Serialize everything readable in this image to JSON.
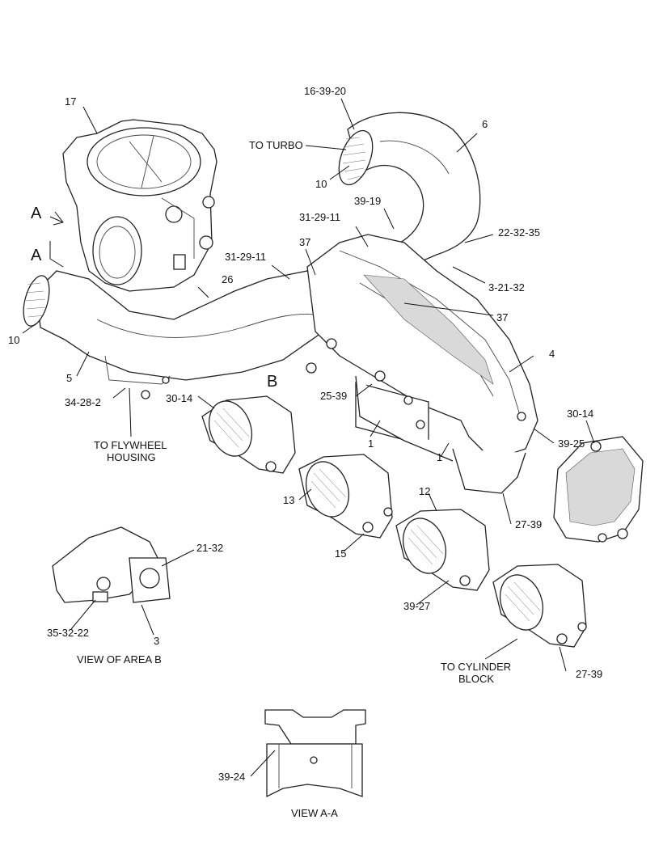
{
  "callouts": {
    "c17": "17",
    "c16_39_20": "16-39-20",
    "c6": "6",
    "to_turbo": "TO TURBO",
    "c10_top": "10",
    "c39_19": "39-19",
    "c31_29_11_a": "31-29-11",
    "c22_32_35": "22-32-35",
    "c37_a": "37",
    "c31_29_11_b": "31-29-11",
    "c26": "26",
    "c3_21_32": "3-21-32",
    "c37_b": "37",
    "c10_left": "10",
    "c4": "4",
    "c5": "5",
    "c34_28_2": "34-28-2",
    "c30_14_a": "30-14",
    "c25_39": "25-39",
    "c30_14_b": "30-14",
    "c1_a": "1",
    "c39_25": "39-25",
    "c1_b": "1",
    "c12": "12",
    "c13": "13",
    "c27_39_a": "27-39",
    "c15": "15",
    "c21_32": "21-32",
    "c39_27": "39-27",
    "c35_32_22": "35-32-22",
    "c3": "3",
    "c27_39_b": "27-39",
    "c39_24": "39-24"
  },
  "view_markers": {
    "a_top": "A",
    "a_bottom": "A",
    "b": "B"
  },
  "notes": {
    "flywheel_line1": "TO FLYWHEEL",
    "flywheel_line2": "HOUSING",
    "cylinder_line1": "TO CYLINDER",
    "cylinder_line2": "BLOCK",
    "view_area_b": "VIEW OF AREA B",
    "view_a_a": "VIEW A-A"
  }
}
